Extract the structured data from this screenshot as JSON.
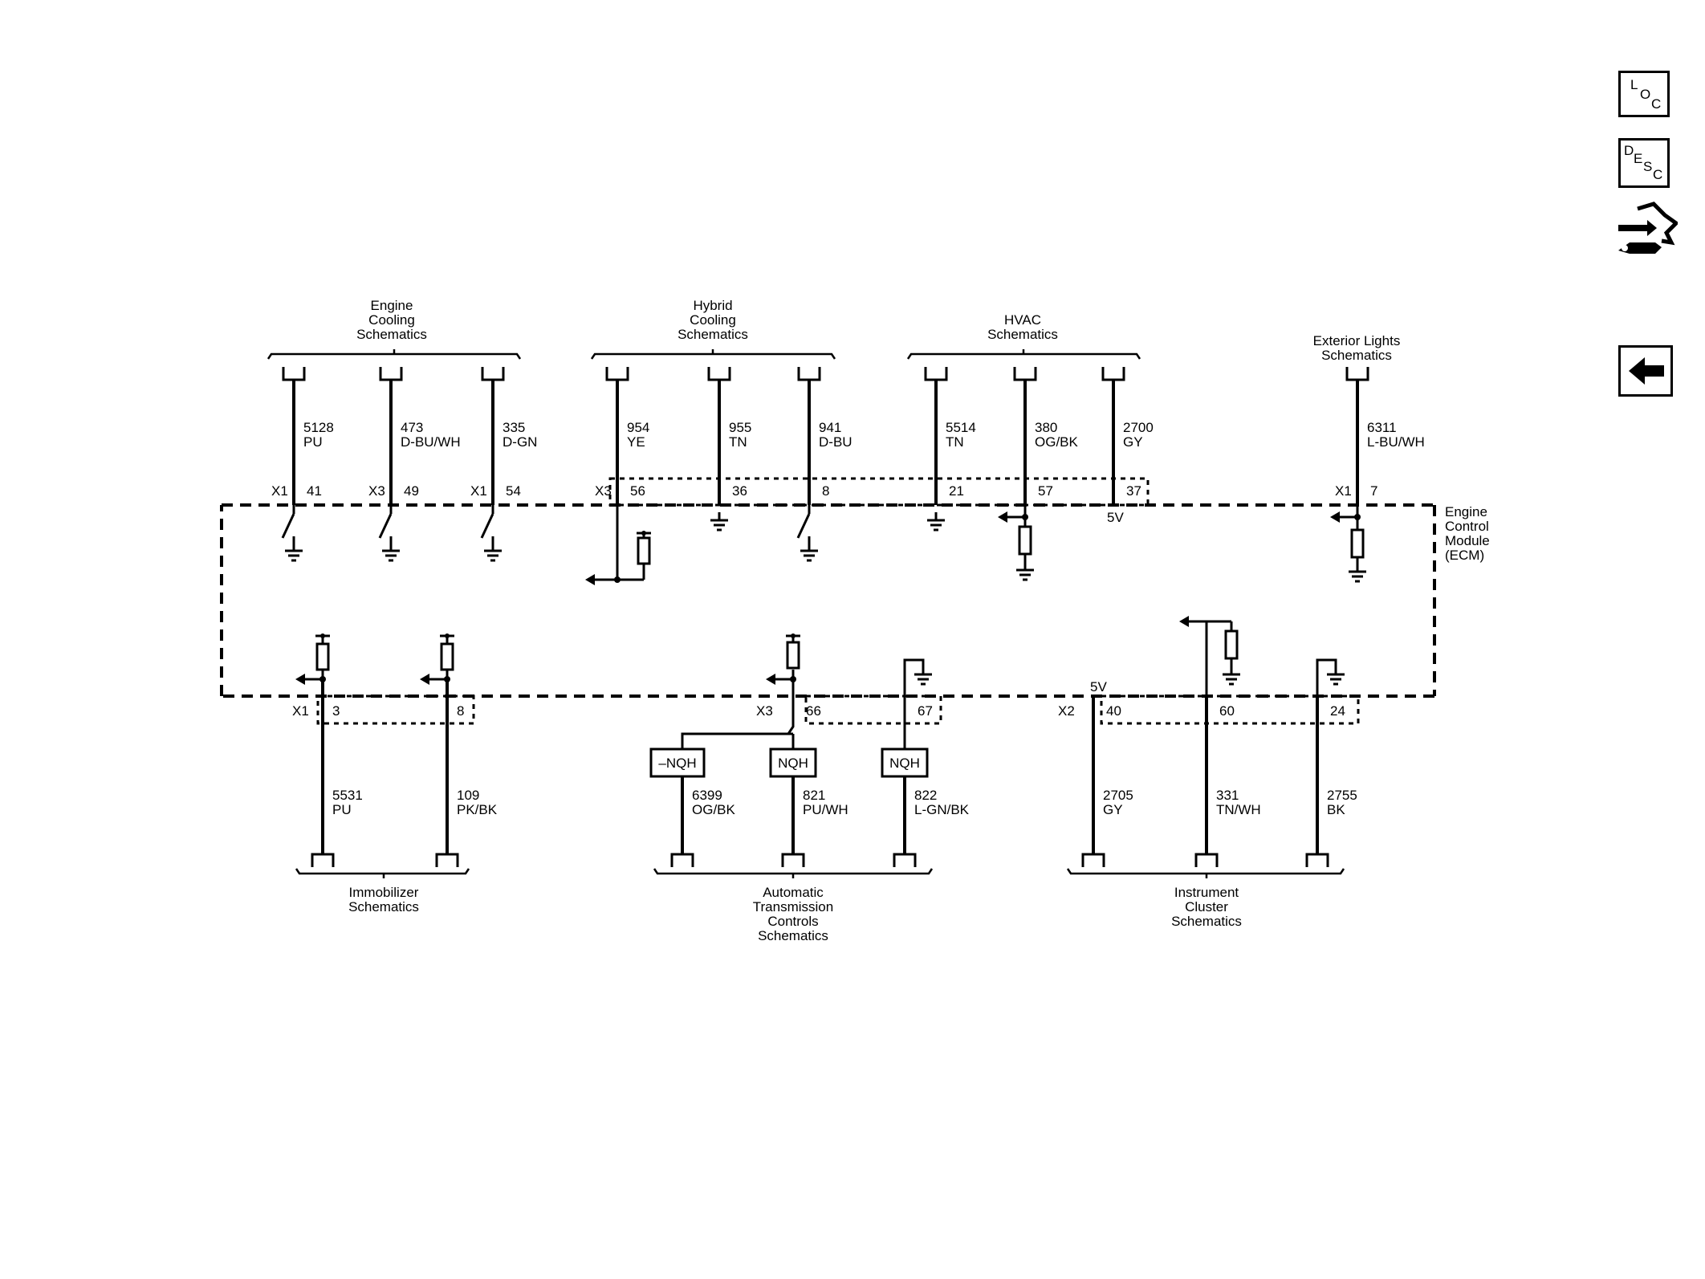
{
  "ecm": {
    "title_lines": [
      "Engine",
      "Control",
      "Module",
      "(ECM)"
    ],
    "voltage_top": "5V",
    "voltage_bottom": "5V"
  },
  "groups_top": [
    {
      "id": "engine-cooling",
      "lines": [
        "Engine",
        "Cooling",
        "Schematics"
      ]
    },
    {
      "id": "hybrid-cooling",
      "lines": [
        "Hybrid",
        "Cooling",
        "Schematics"
      ]
    },
    {
      "id": "hvac",
      "lines": [
        "HVAC",
        "Schematics"
      ]
    },
    {
      "id": "exterior-lights",
      "lines": [
        "Exterior Lights",
        "Schematics"
      ]
    }
  ],
  "groups_bottom": [
    {
      "id": "immobilizer",
      "lines": [
        "Immobilizer",
        "Schematics"
      ]
    },
    {
      "id": "automatic-transmission",
      "lines": [
        "Automatic",
        "Transmission",
        "Controls",
        "Schematics"
      ]
    },
    {
      "id": "instrument-cluster",
      "lines": [
        "Instrument",
        "Cluster",
        "Schematics"
      ]
    }
  ],
  "wires_top": [
    {
      "circuit": "5128",
      "color": "PU",
      "connector": "X1",
      "pin": "41"
    },
    {
      "circuit": "473",
      "color": "D-BU/WH",
      "connector": "X3",
      "pin": "49"
    },
    {
      "circuit": "335",
      "color": "D-GN",
      "connector": "X1",
      "pin": "54"
    },
    {
      "circuit": "954",
      "color": "YE",
      "connector": "X3",
      "pin": "56"
    },
    {
      "circuit": "955",
      "color": "TN",
      "connector": "",
      "pin": "36"
    },
    {
      "circuit": "941",
      "color": "D-BU",
      "connector": "",
      "pin": "8"
    },
    {
      "circuit": "5514",
      "color": "TN",
      "connector": "",
      "pin": "21"
    },
    {
      "circuit": "380",
      "color": "OG/BK",
      "connector": "",
      "pin": "57"
    },
    {
      "circuit": "2700",
      "color": "GY",
      "connector": "",
      "pin": "37"
    },
    {
      "circuit": "6311",
      "color": "L-BU/WH",
      "connector": "X1",
      "pin": "7"
    }
  ],
  "wires_bottom": [
    {
      "circuit": "5531",
      "color": "PU",
      "connector": "X1",
      "pin": "3"
    },
    {
      "circuit": "109",
      "color": "PK/BK",
      "connector": "",
      "pin": "8"
    },
    {
      "circuit": "6399",
      "color": "OG/BK",
      "connector": "",
      "pin": ""
    },
    {
      "circuit": "821",
      "color": "PU/WH",
      "connector": "X3",
      "pin": "66"
    },
    {
      "circuit": "822",
      "color": "L-GN/BK",
      "connector": "",
      "pin": "67"
    },
    {
      "circuit": "2705",
      "color": "GY",
      "connector": "X2",
      "pin": "40"
    },
    {
      "circuit": "331",
      "color": "TN/WH",
      "connector": "",
      "pin": "60"
    },
    {
      "circuit": "2755",
      "color": "BK",
      "connector": "",
      "pin": "24"
    }
  ],
  "nqh_boxes": [
    "–NQH",
    "NQH",
    "NQH"
  ],
  "nav": {
    "loc": [
      "L",
      "O",
      "C"
    ],
    "desc": [
      "D",
      "E",
      "S",
      "C"
    ],
    "icons": [
      "connector-pinout-icon",
      "back-arrow-icon"
    ]
  }
}
